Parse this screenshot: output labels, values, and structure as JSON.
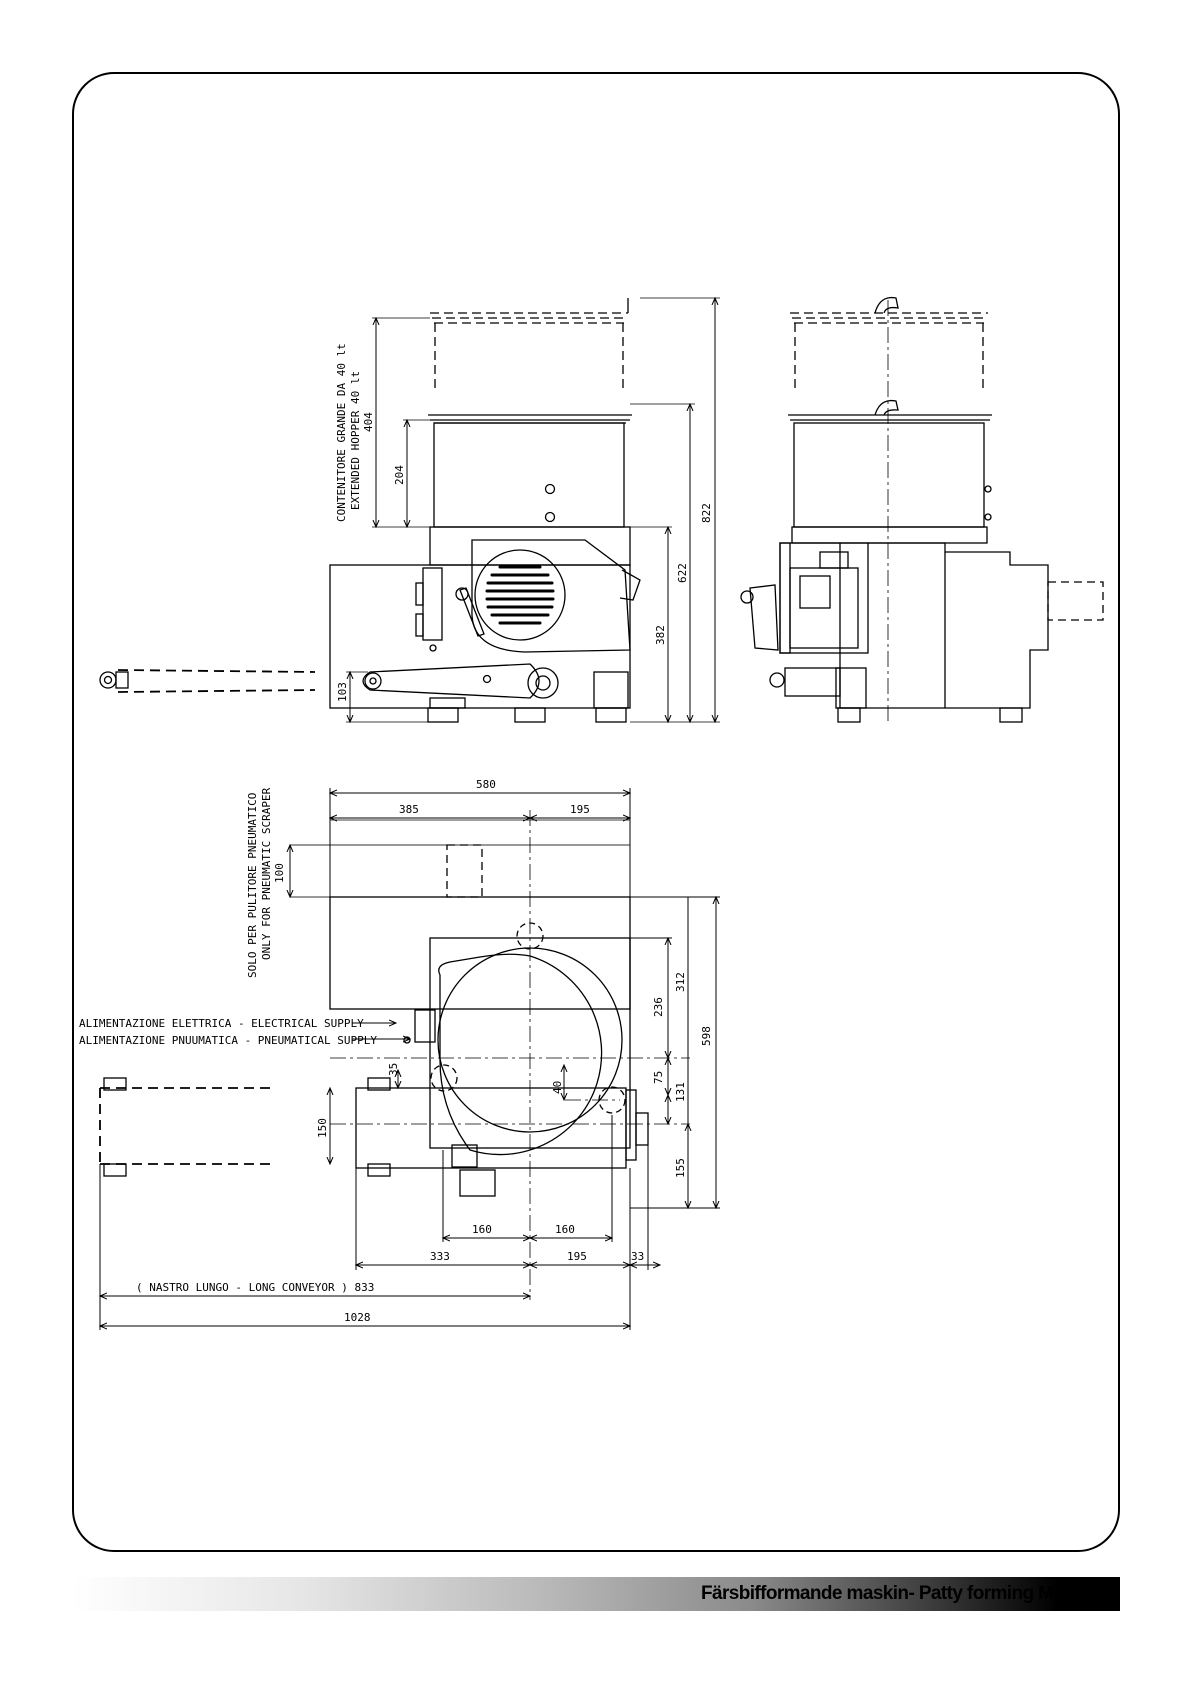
{
  "footer": {
    "title": "Färsbifformande maskin- Patty forming Machine"
  },
  "labels": {
    "hopper_it": "CONTENITORE GRANDE DA 40 lt",
    "hopper_en": "EXTENDED HOPPER 40 lt",
    "scraper_it": "SOLO PER PULITORE PNEUMATICO",
    "scraper_en": "ONLY FOR PNEUMATIC SCRAPER",
    "electrical": "ALIMENTAZIONE ELETTRICA - ELECTRICAL SUPPLY",
    "pneumatic": "ALIMENTAZIONE PNUUMATICA - PNEUMATICAL SUPPLY",
    "conveyor": "( NASTRO LUNGO - LONG CONVEYOR ) 833"
  },
  "dimensions": {
    "d404": "404",
    "d204": "204",
    "d822": "822",
    "d622": "622",
    "d382": "382",
    "d103": "103",
    "d580": "580",
    "d385": "385",
    "d195a": "195",
    "d100": "100",
    "d312": "312",
    "d236": "236",
    "d598": "598",
    "d75": "75",
    "d131": "131",
    "d155": "155",
    "d35": "35",
    "d40": "40",
    "d150": "150",
    "d160a": "160",
    "d160b": "160",
    "d333": "333",
    "d195b": "195",
    "d33": "33",
    "d1028": "1028"
  }
}
